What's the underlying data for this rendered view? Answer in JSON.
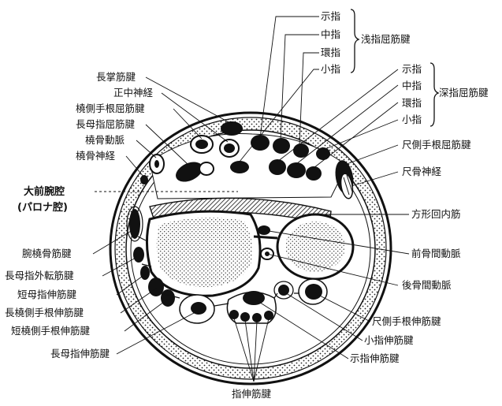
{
  "labels": {
    "superficial_group": [
      "示指",
      "中指",
      "環指",
      "小指"
    ],
    "superficial_title": "浅指屈筋腱",
    "deep_group": [
      "示指",
      "中指",
      "環指",
      "小指"
    ],
    "deep_title": "深指屈筋腱",
    "palmaris_longus": "長掌筋腱",
    "median_nerve": "正中神経",
    "fcr": "橈側手根屈筋腱",
    "fpl": "長母指屈筋腱",
    "radial_artery": "橈骨動脈",
    "radial_nerve": "橈骨神経",
    "space_title": "大前腕腔",
    "space_subtitle": "(パロナ腔)",
    "fcu": "尺側手根屈筋腱",
    "ulnar_nerve": "尺骨神経",
    "pronator_quadratus": "方形回内筋",
    "anterior_interosseous_artery": "前骨間動脈",
    "posterior_interosseous_artery": "後骨間動脈",
    "brachioradialis": "腕橈骨筋腱",
    "apl": "長母指外転筋腱",
    "epb": "短母指伸筋腱",
    "ecrl": "長橈側手根伸筋腱",
    "ecrb": "短橈側手根伸筋腱",
    "epl": "長母指伸筋腱",
    "ecu": "尺側手根伸筋腱",
    "edm": "小指伸筋腱",
    "eip": "示指伸筋腱",
    "edc": "指伸筋腱"
  }
}
